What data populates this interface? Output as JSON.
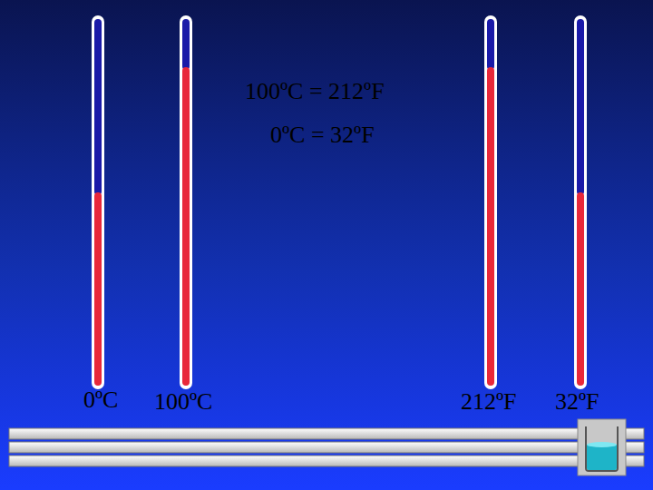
{
  "diagram": {
    "labels": [
      "100ºC = 212ºF",
      "0ºC = 32ºF",
      "0ºC",
      "100ºC",
      "212ºF",
      "32ºF"
    ]
  }
}
